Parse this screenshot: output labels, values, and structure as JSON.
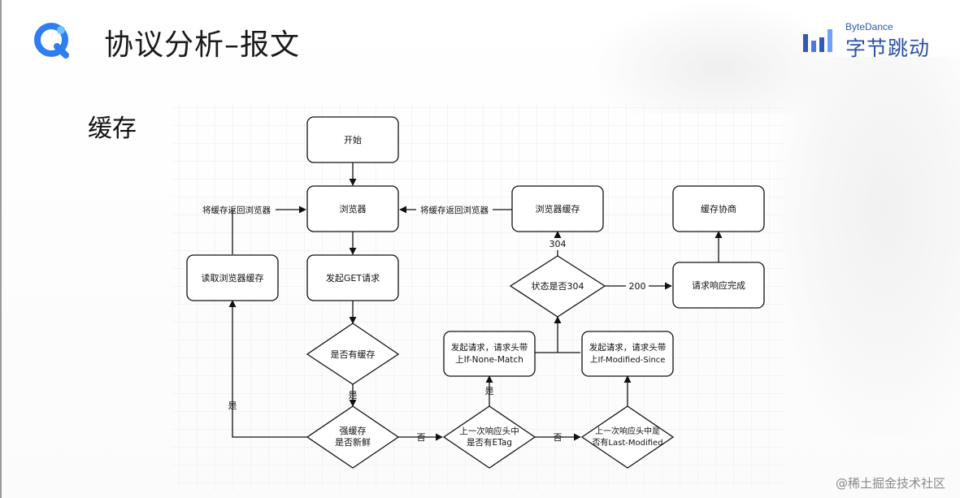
{
  "slide": {
    "title": "协议分析–报文",
    "section": "缓存",
    "watermark": "@稀土掘金技术社区"
  },
  "brand": {
    "en": "ByteDance",
    "cn": "字节跳动",
    "colors": {
      "primary": "#325ab4",
      "accent": "#6ea0ff"
    }
  },
  "icons": {
    "left_logo": "circle-logo-icon",
    "brand_logo": "bytedance-bars-icon"
  },
  "flow": {
    "nodes": {
      "start": "开始",
      "browser": "浏览器",
      "get_request": "发起GET请求",
      "has_cache": "是否有缓存",
      "strong_fresh_1": "强缓存",
      "strong_fresh_2": "是否新鲜",
      "read_cache": "读取浏览器缓存",
      "etag_1": "上一次响应头中",
      "etag_2": "是否有ETag",
      "last_mod_1": "上一次响应头中是",
      "last_mod_2": "否有Last-Modified",
      "inm_1": "发起请求，请求头带",
      "inm_2": "上If-None-Match",
      "ims_1": "发起请求，请求头带",
      "ims_2": "上If-Modified-Since",
      "status_304": "状态是否304",
      "browser_cache": "浏览器缓存",
      "response_done": "请求响应完成",
      "negotiate": "缓存协商"
    },
    "edges": {
      "return_to_browser_left": "将缓存返回浏览器",
      "return_to_browser_mid": "将缓存返回浏览器",
      "yes_has_cache": "是",
      "yes_fresh": "是",
      "no_fresh": "否",
      "no_etag": "否",
      "yes_etag": "是",
      "code_304": "304",
      "code_200": "200"
    }
  }
}
